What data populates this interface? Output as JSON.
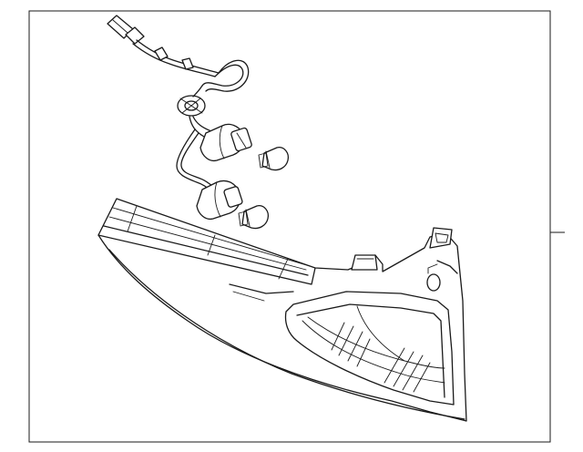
{
  "diagram": {
    "background_color": "#ffffff",
    "line_color": "#1a1a1a",
    "parts": [
      "wiring-harness",
      "connector-plug",
      "bulb-socket",
      "bulb",
      "tail-lamp-housing",
      "tail-lamp-lens",
      "mounting-tab"
    ]
  }
}
